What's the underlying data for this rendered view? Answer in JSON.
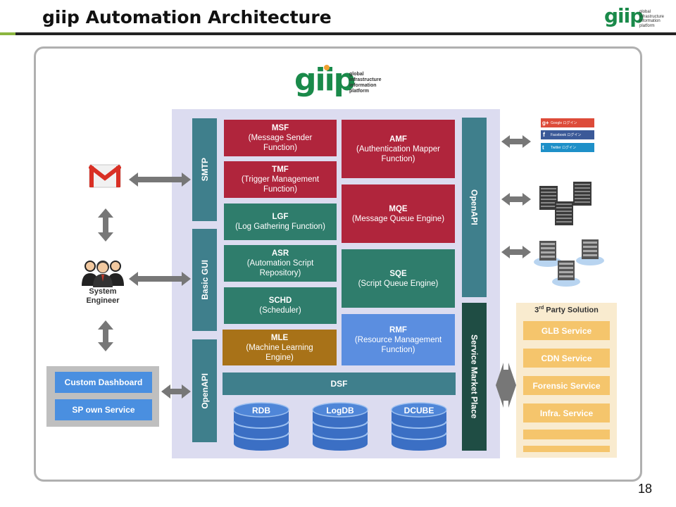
{
  "slide": {
    "title": "giip Automation Architecture",
    "page_number": "18"
  },
  "logo": {
    "wordmark": "giip",
    "tagline_lines": [
      "global",
      "infrastructure",
      "information",
      "platform"
    ],
    "color": "#1a8a4a"
  },
  "interfaces": {
    "smtp": "SMTP",
    "basic_gui": "Basic GUI",
    "openapi_left": "OpenAPI",
    "openapi_right": "OpenAPI",
    "service_market": "Service Market Place"
  },
  "modules": {
    "msf": {
      "name": "MSF",
      "desc": "(Message Sender Function)"
    },
    "tmf": {
      "name": "TMF",
      "desc": "(Trigger Management Function)"
    },
    "lgf": {
      "name": "LGF",
      "desc": "(Log Gathering Function)"
    },
    "asr": {
      "name": "ASR",
      "desc": "(Automation Script Repository)"
    },
    "schd": {
      "name": "SCHD",
      "desc": "(Scheduler)"
    },
    "mle": {
      "name": "MLE",
      "desc": "(Machine Learning Engine)"
    },
    "amf": {
      "name": "AMF",
      "desc": "(Authentication Mapper Function)"
    },
    "mqe": {
      "name": "MQE",
      "desc": "(Message Queue Engine)"
    },
    "sqe": {
      "name": "SQE",
      "desc": "(Script Queue Engine)"
    },
    "rmf": {
      "name": "RMF",
      "desc": "(Resource Management Function)"
    }
  },
  "dsf": "DSF",
  "databases": [
    "RDB",
    "LogDB",
    "DCUBE"
  ],
  "actor": {
    "label_line1": "System",
    "label_line2": "Engineer"
  },
  "dashboard": {
    "custom": "Custom Dashboard",
    "sp_own": "SP own Service"
  },
  "social_logins": [
    "Google ログイン",
    "Facebook ログイン",
    "Twitter ログイン"
  ],
  "third_party": {
    "title_prefix": "3",
    "title_sup": "rd",
    "title_suffix": " Party Solution",
    "services": [
      "GLB Service",
      "CDN Service",
      "Forensic Service",
      "Infra. Service"
    ]
  },
  "colors": {
    "red": "#b0253c",
    "teal": "#2f7d6c",
    "brown": "#a87218",
    "blue": "#5b8ee0",
    "slate": "#3f7f8c",
    "market": "#1f4d44"
  }
}
